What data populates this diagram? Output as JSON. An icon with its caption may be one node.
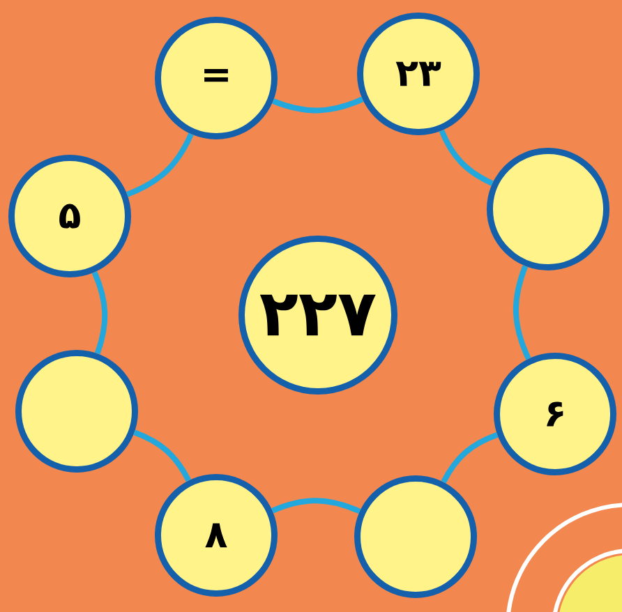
{
  "diagram": {
    "nodes": [
      {
        "text": [
          "۲۲۷"
        ]
      },
      {
        "text": [
          "="
        ]
      },
      {
        "text": [
          "۲۳"
        ]
      },
      {
        "text": [],
        "shape": "circle"
      },
      {
        "text": [
          "۶"
        ]
      },
      {
        "text": [],
        "shape": "circle"
      },
      {
        "text": [
          "۸"
        ]
      },
      {
        "text": [],
        "shape": "circle"
      },
      {
        "text": [
          "۵"
        ]
      }
    ],
    "edges": [
      {
        "from": 1,
        "to": 2,
        "arrow": "none"
      },
      {
        "from": 2,
        "to": 3,
        "arrow": "none"
      },
      {
        "from": 3,
        "to": 4,
        "arrow": "none"
      },
      {
        "from": 4,
        "to": 5,
        "arrow": "none"
      },
      {
        "from": 5,
        "to": 6,
        "arrow": "none"
      },
      {
        "from": 6,
        "to": 7,
        "arrow": "none"
      },
      {
        "from": 7,
        "to": 8,
        "arrow": "none"
      },
      {
        "from": 8,
        "to": 1,
        "arrow": "none"
      }
    ]
  }
}
